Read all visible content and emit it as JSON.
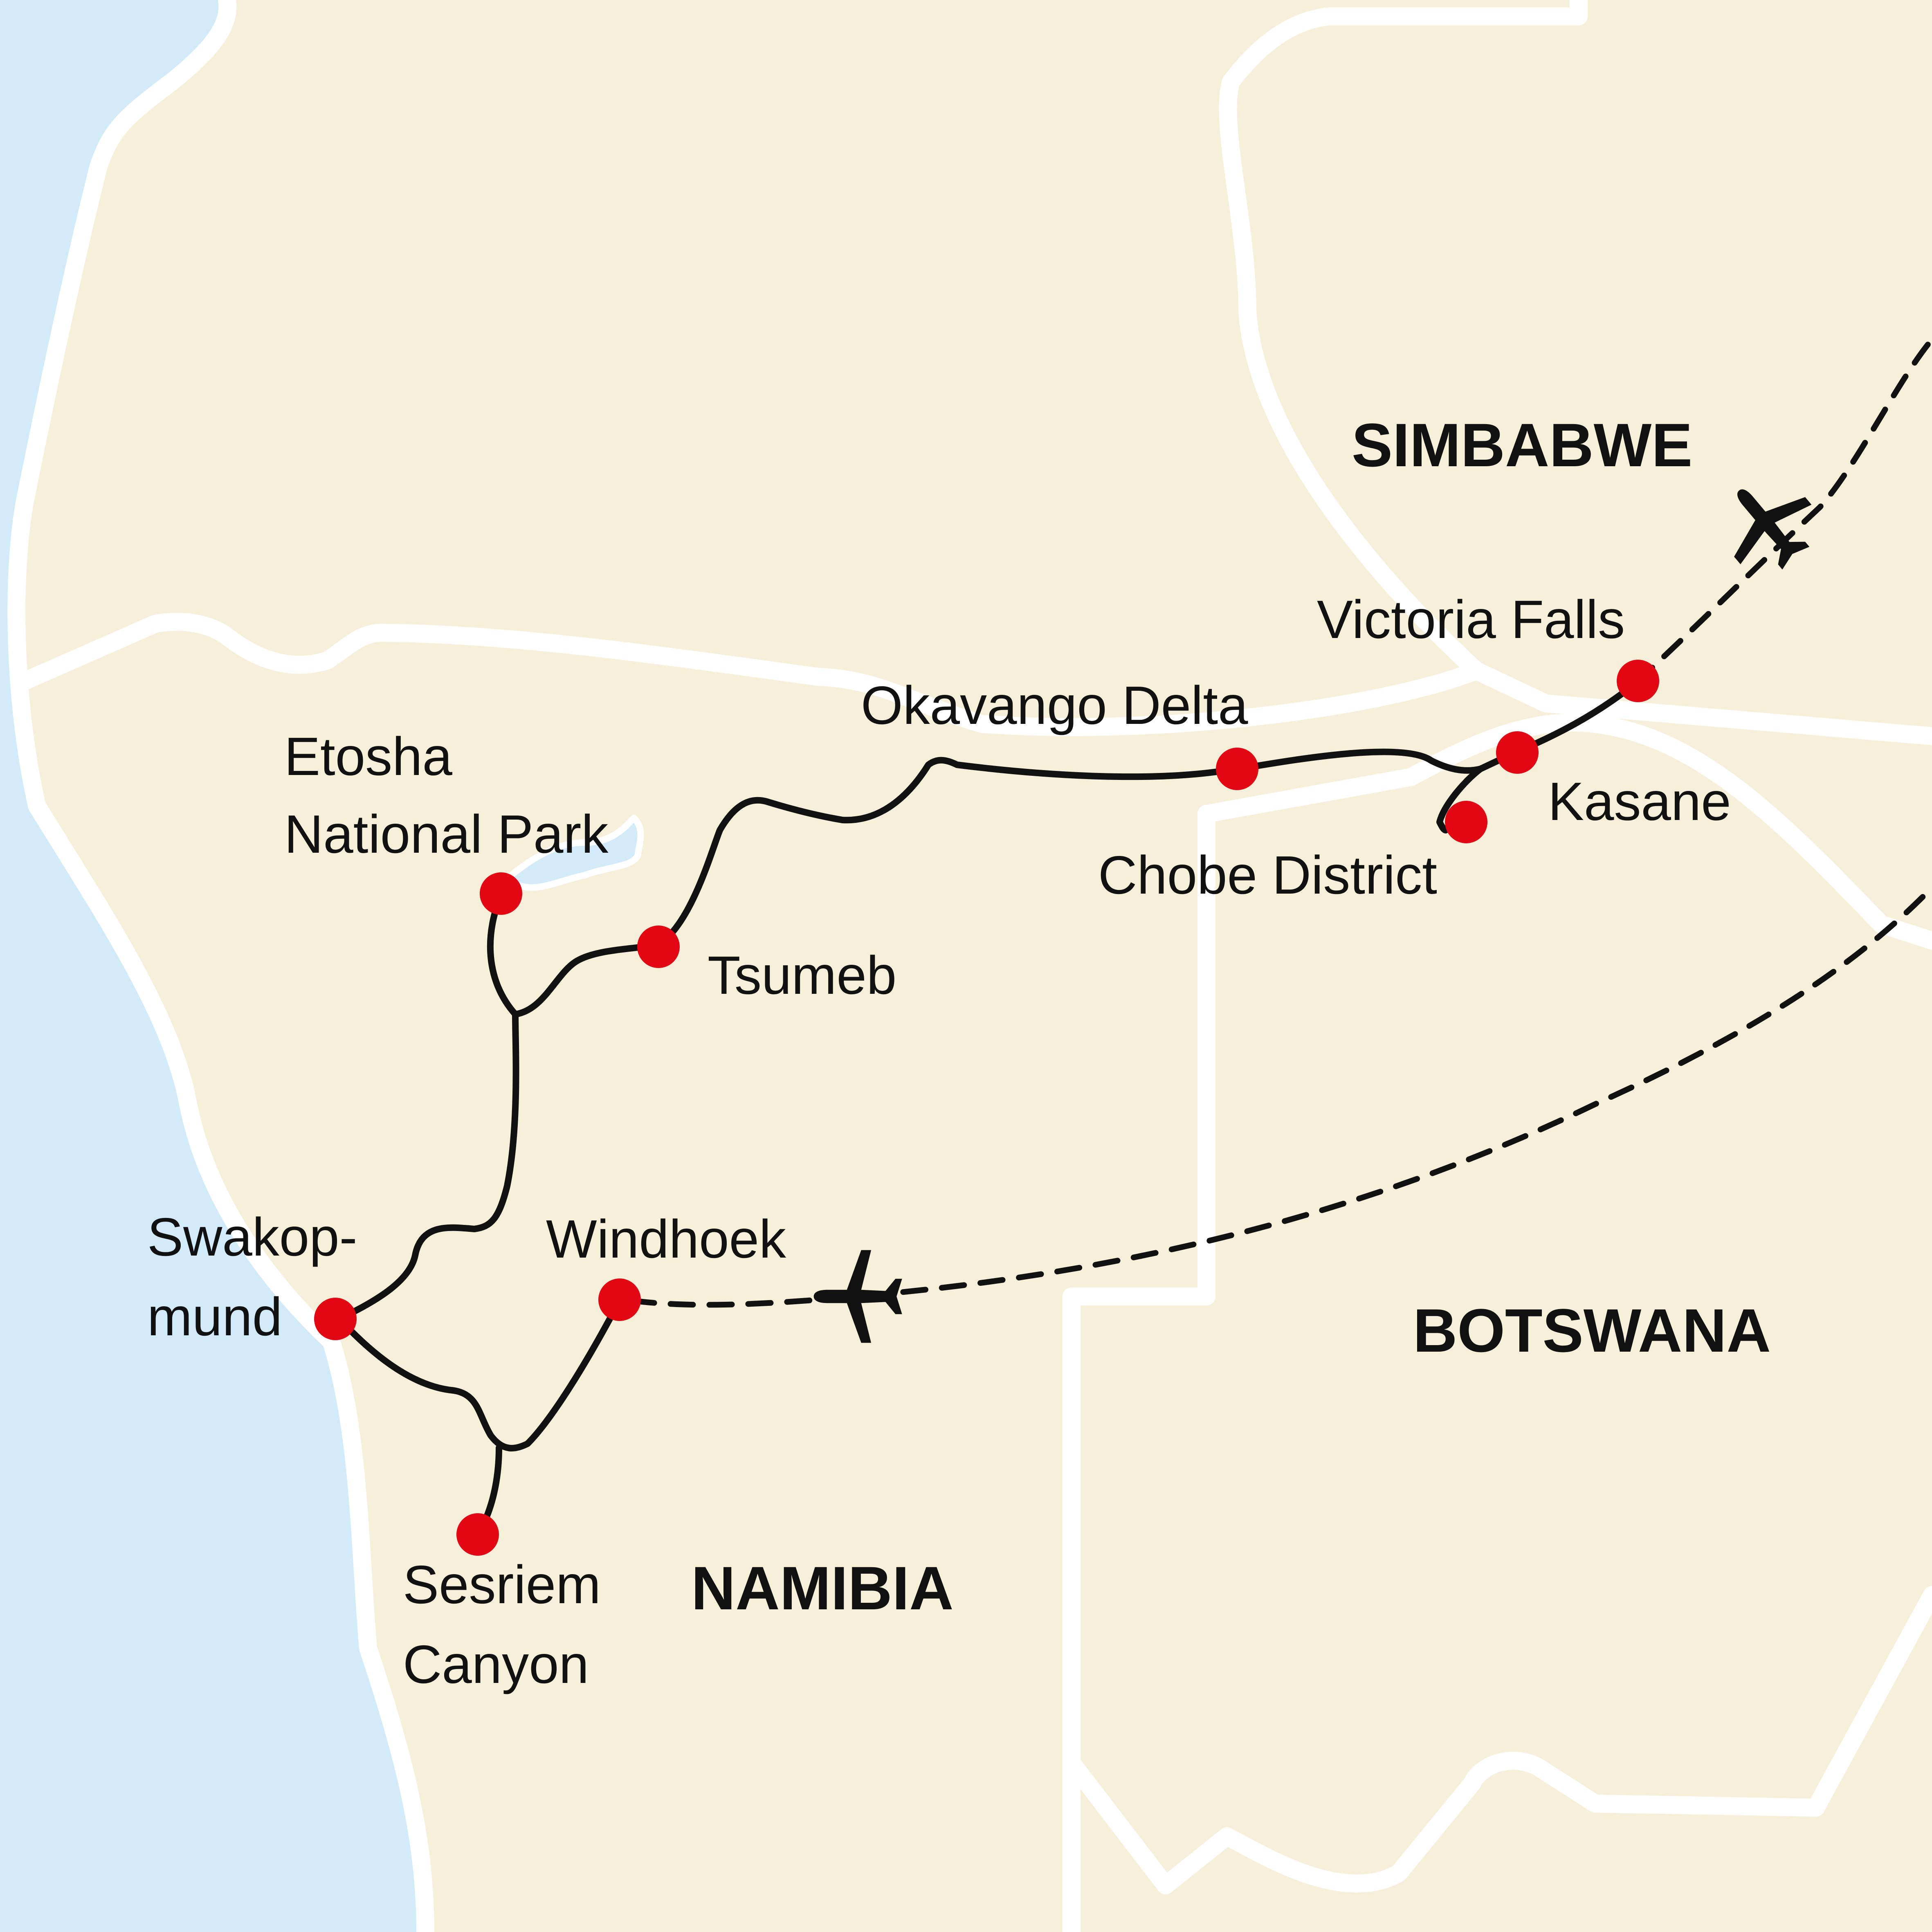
{
  "colors": {
    "land": "#f6efda",
    "water": "#d3eaf9",
    "border": "#ffffff",
    "route": "#111111",
    "marker": "#e30613",
    "text": "#111111"
  },
  "countries": {
    "simbabwe": "SIMBABWE",
    "botswana": "BOTSWANA",
    "namibia": "NAMIBIA"
  },
  "places": {
    "victoria_falls": "Victoria Falls",
    "okavango_delta": "Okavango Delta",
    "etosha_line1": "Etosha",
    "etosha_line2": "National Park",
    "kasane": "Kasane",
    "chobe_district": "Chobe District",
    "tsumeb": "Tsumeb",
    "swakopmund_line1": "Swakop-",
    "swakopmund_line2": "mund",
    "windhoek": "Windhoek",
    "sesriem_line1": "Sesriem",
    "sesriem_line2": "Canyon"
  },
  "icons": {
    "flight_in": "airplane-icon",
    "flight_out": "airplane-icon"
  }
}
